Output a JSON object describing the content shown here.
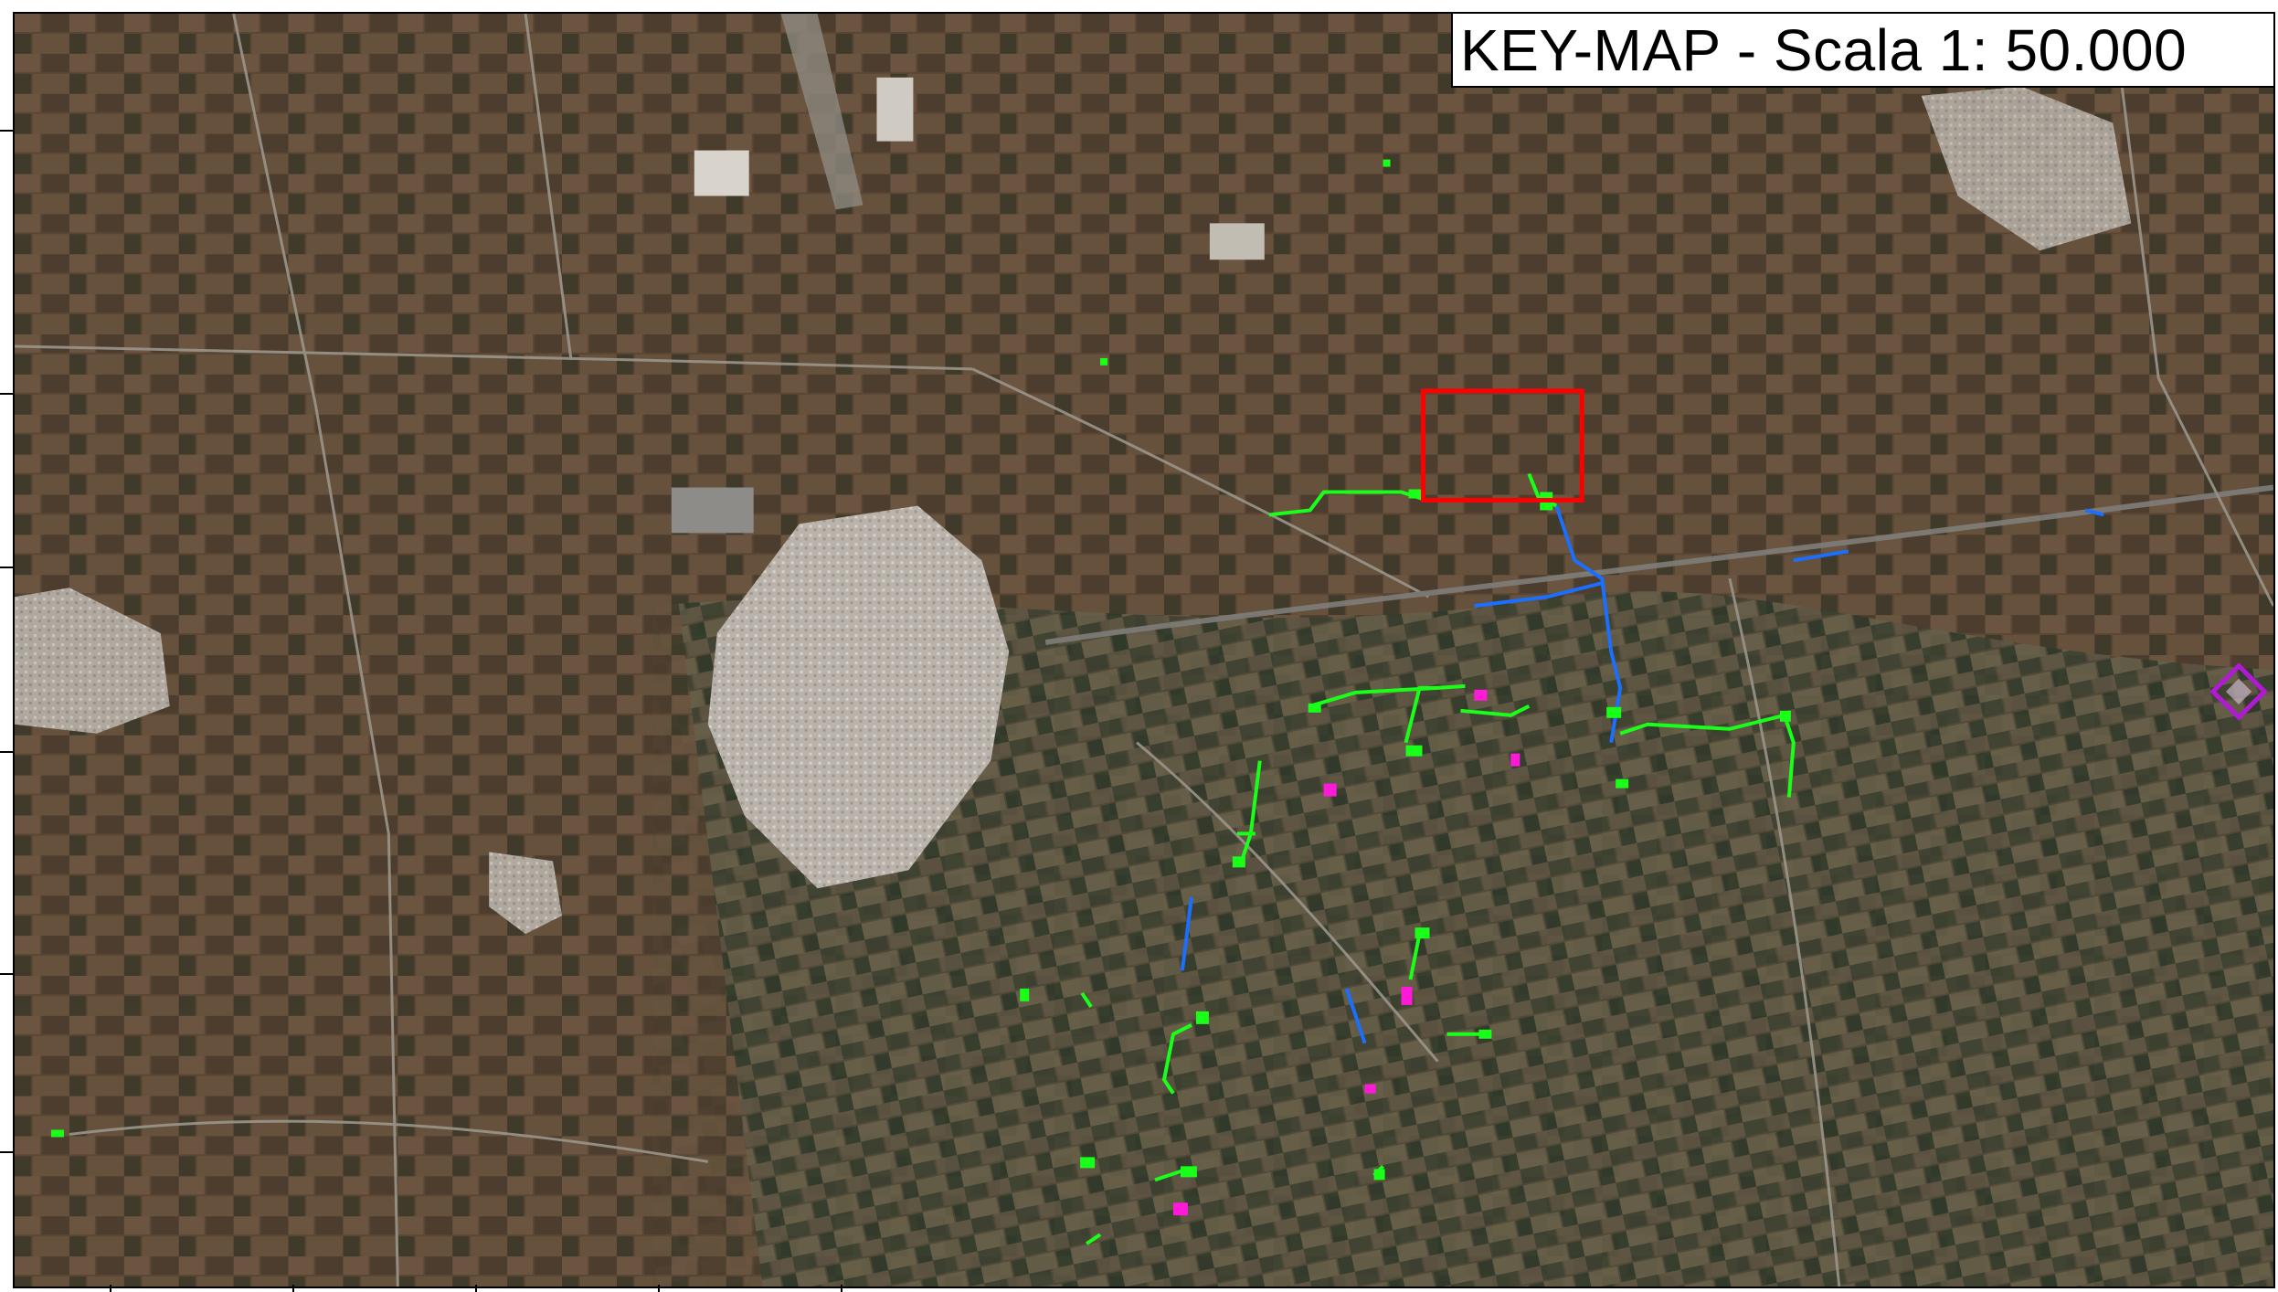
{
  "map": {
    "title": "KEY-MAP - Scala 1: 50.000",
    "colors": {
      "terrain_base": "#5a4a3a",
      "urban": "#bdb7b0",
      "route_green": "#1aff1a",
      "route_blue": "#1a6fff",
      "site_magenta": "#ff1ad9",
      "highlight_red": "#ff0000",
      "substation_purple": "#b01ad6"
    },
    "features": {
      "highlight_box": "red-rectangle",
      "green_routes": "green-cable-routes",
      "blue_routes": "blue-cable-routes",
      "magenta_sites": "magenta-sites",
      "substation": "purple-diamond"
    }
  }
}
